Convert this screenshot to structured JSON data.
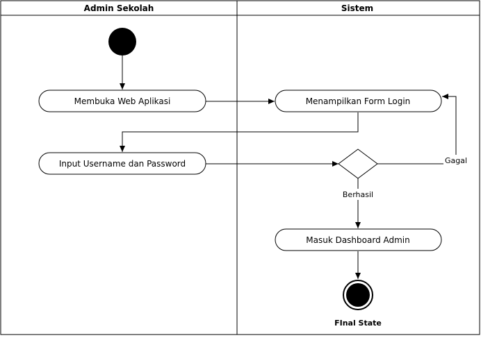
{
  "swimlanes": [
    {
      "title": "Admin Sekolah"
    },
    {
      "title": "Sistem"
    }
  ],
  "nodes": {
    "membuka_web": "Membuka Web Aplikasi",
    "tampil_form": "Menampilkan Form Login",
    "input_login": "Input Username dan Password",
    "masuk_dashboard": "Masuk Dashboard Admin"
  },
  "edge_labels": {
    "gagal": "Gagal",
    "berhasil": "Berhasil"
  },
  "final_state_label": "FInal State",
  "colors": {
    "line": "#000000",
    "fill": "#ffffff",
    "start_node": "#000000"
  }
}
